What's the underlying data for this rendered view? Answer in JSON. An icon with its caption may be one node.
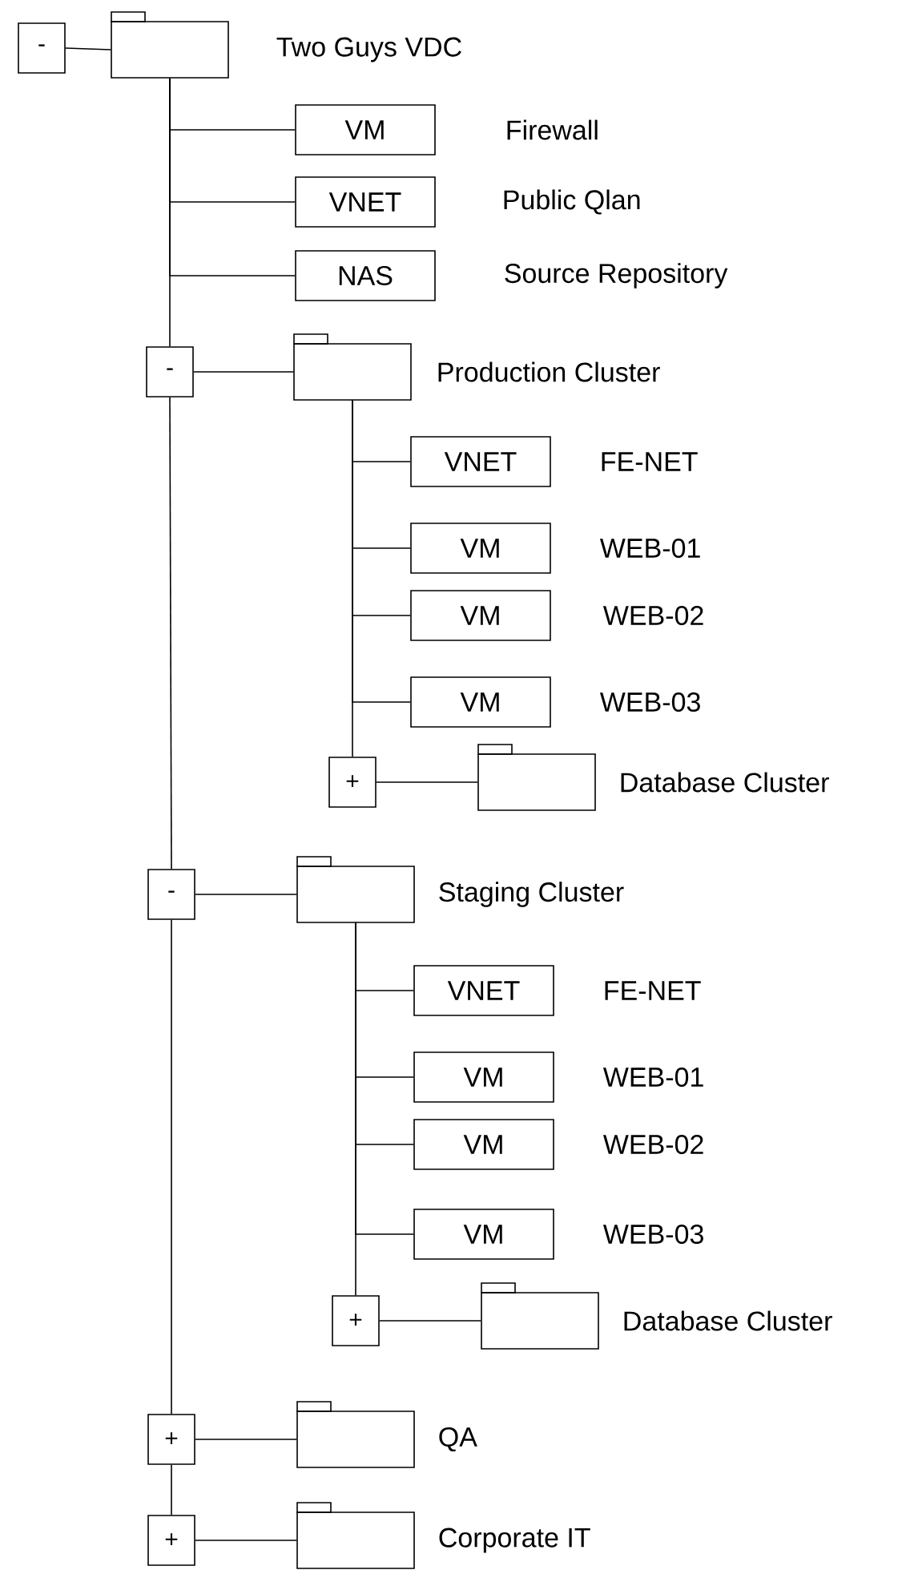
{
  "diagram": {
    "nodes": [
      {
        "text": [
          "-"
        ]
      },
      {
        "text": [],
        "shape": "folder",
        "beside": [
          "Two Guys VDC"
        ]
      },
      {
        "text": [
          "VM"
        ],
        "beside": [
          "Firewall"
        ]
      },
      {
        "text": [
          "VNET"
        ],
        "beside": [
          "Public Qlan"
        ]
      },
      {
        "text": [
          "NAS"
        ],
        "beside": [
          "Source Repository"
        ]
      },
      {
        "text": [
          "-"
        ]
      },
      {
        "text": [],
        "shape": "folder",
        "beside": [
          "Production Cluster"
        ]
      },
      {
        "text": [
          "VNET"
        ],
        "beside": [
          "FE-NET"
        ]
      },
      {
        "text": [
          "VM"
        ],
        "beside": [
          "WEB-01"
        ]
      },
      {
        "text": [
          "VM"
        ],
        "beside": [
          "WEB-02"
        ]
      },
      {
        "text": [
          "VM"
        ],
        "beside": [
          "WEB-03"
        ]
      },
      {
        "text": [
          "+"
        ]
      },
      {
        "text": [],
        "shape": "folder",
        "beside": [
          "Database Cluster"
        ]
      },
      {
        "text": [
          "-"
        ]
      },
      {
        "text": [],
        "shape": "folder",
        "beside": [
          "Staging Cluster"
        ]
      },
      {
        "text": [
          "VNET"
        ],
        "beside": [
          "FE-NET"
        ]
      },
      {
        "text": [
          "VM"
        ],
        "beside": [
          "WEB-01"
        ]
      },
      {
        "text": [
          "VM"
        ],
        "beside": [
          "WEB-02"
        ]
      },
      {
        "text": [
          "VM"
        ],
        "beside": [
          "WEB-03"
        ]
      },
      {
        "text": [
          "+"
        ]
      },
      {
        "text": [],
        "shape": "folder",
        "beside": [
          "Database Cluster"
        ]
      },
      {
        "text": [
          "+"
        ]
      },
      {
        "text": [],
        "shape": "folder",
        "beside": [
          "QA"
        ]
      },
      {
        "text": [
          "+"
        ]
      },
      {
        "text": [],
        "shape": "folder",
        "beside": [
          "Corporate IT"
        ]
      }
    ],
    "edges": [
      {
        "from": 0,
        "to": 1,
        "arrow": "none"
      },
      {
        "from": 1,
        "to": 2,
        "arrow": "none"
      },
      {
        "from": 1,
        "to": 3,
        "arrow": "none"
      },
      {
        "from": 1,
        "to": 4,
        "arrow": "none"
      },
      {
        "from": 1,
        "to": 5,
        "arrow": "none"
      },
      {
        "from": 5,
        "to": 6,
        "arrow": "none"
      },
      {
        "from": 6,
        "to": 7,
        "arrow": "none"
      },
      {
        "from": 6,
        "to": 8,
        "arrow": "none"
      },
      {
        "from": 6,
        "to": 9,
        "arrow": "none"
      },
      {
        "from": 6,
        "to": 10,
        "arrow": "none"
      },
      {
        "from": 6,
        "to": 11,
        "arrow": "none"
      },
      {
        "from": 11,
        "to": 12,
        "arrow": "none"
      },
      {
        "from": 5,
        "to": 13,
        "arrow": "none"
      },
      {
        "from": 13,
        "to": 14,
        "arrow": "none"
      },
      {
        "from": 14,
        "to": 15,
        "arrow": "none"
      },
      {
        "from": 14,
        "to": 16,
        "arrow": "none"
      },
      {
        "from": 14,
        "to": 17,
        "arrow": "none"
      },
      {
        "from": 14,
        "to": 18,
        "arrow": "none"
      },
      {
        "from": 14,
        "to": 19,
        "arrow": "none"
      },
      {
        "from": 19,
        "to": 20,
        "arrow": "none"
      },
      {
        "from": 13,
        "to": 21,
        "arrow": "none"
      },
      {
        "from": 21,
        "to": 22,
        "arrow": "none"
      },
      {
        "from": 21,
        "to": 23,
        "arrow": "none"
      },
      {
        "from": 23,
        "to": 24,
        "arrow": "none"
      }
    ]
  }
}
